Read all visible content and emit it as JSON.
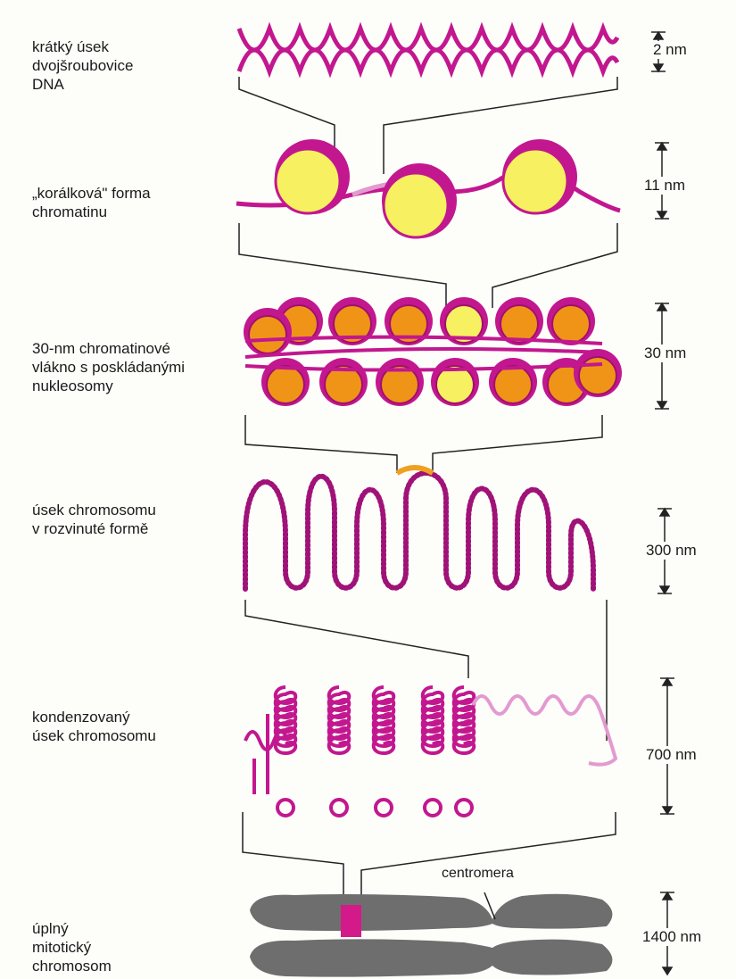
{
  "levels": [
    {
      "label_lines": [
        "krátký úsek",
        "dvojšroubovice",
        "DNA"
      ],
      "scale": "2 nm"
    },
    {
      "label_lines": [
        "„korálková\" forma",
        "chromatinu"
      ],
      "scale": "11 nm"
    },
    {
      "label_lines": [
        "30-nm chromatinové",
        "vlákno s poskládanými",
        "nukleosomy"
      ],
      "scale": "30 nm"
    },
    {
      "label_lines": [
        "úsek chromosomu",
        "v rozvinuté formě"
      ],
      "scale": "300 nm"
    },
    {
      "label_lines": [
        "kondenzovaný",
        "úsek chromosomu"
      ],
      "scale": "700 nm"
    },
    {
      "label_lines": [
        "úplný",
        "mitotický",
        "chromosom"
      ],
      "scale": "1400 nm"
    }
  ],
  "centromere_label": "centromera",
  "colors": {
    "dna": "#c2178f",
    "dna_light": "#e39ad0",
    "nucleosome_core": "#f7f060",
    "nucleosome_orange": "#f09418",
    "chromosome": "#6e6e6e",
    "centromere_band": "#d41a8a",
    "connector": "#222222"
  }
}
